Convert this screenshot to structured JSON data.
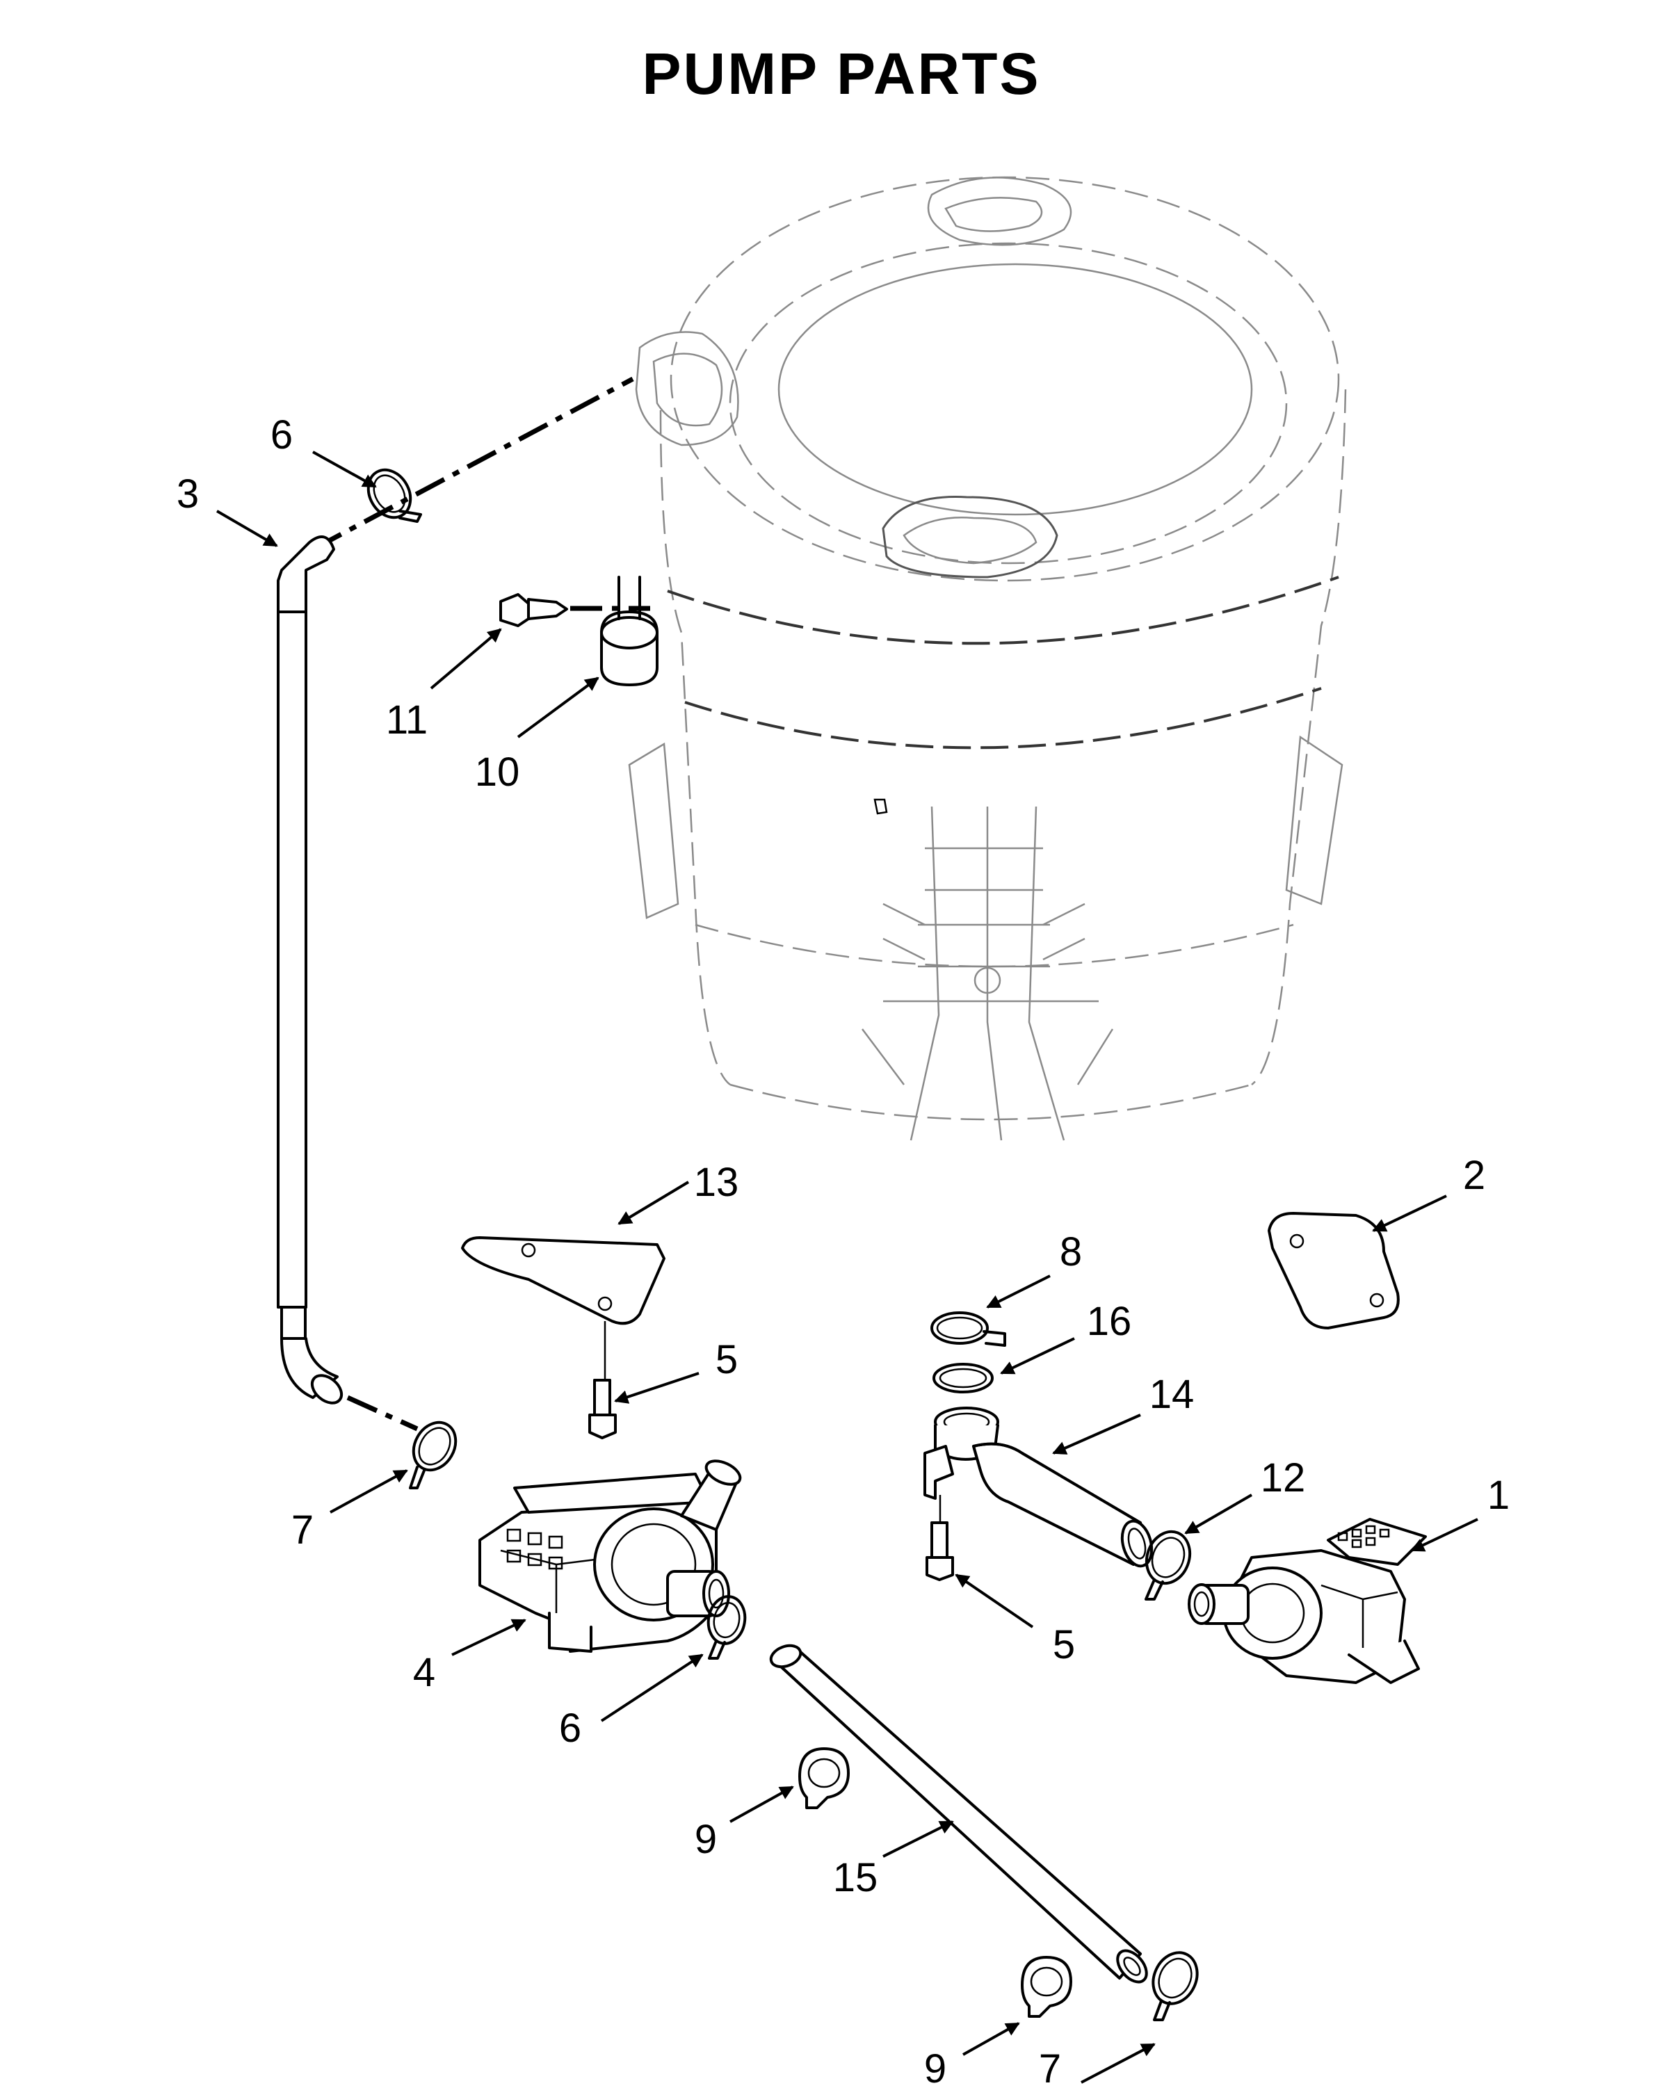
{
  "title": "PUMP PARTS",
  "callouts": [
    {
      "id": "c1",
      "label": "1"
    },
    {
      "id": "c2",
      "label": "2"
    },
    {
      "id": "c3",
      "label": "3"
    },
    {
      "id": "c4",
      "label": "4"
    },
    {
      "id": "c5a",
      "label": "5"
    },
    {
      "id": "c5b",
      "label": "5"
    },
    {
      "id": "c6a",
      "label": "6"
    },
    {
      "id": "c6b",
      "label": "6"
    },
    {
      "id": "c7a",
      "label": "7"
    },
    {
      "id": "c7b",
      "label": "7"
    },
    {
      "id": "c8",
      "label": "8"
    },
    {
      "id": "c9a",
      "label": "9"
    },
    {
      "id": "c9b",
      "label": "9"
    },
    {
      "id": "c10",
      "label": "10"
    },
    {
      "id": "c11",
      "label": "11"
    },
    {
      "id": "c12",
      "label": "12"
    },
    {
      "id": "c13",
      "label": "13"
    },
    {
      "id": "c14",
      "label": "14"
    },
    {
      "id": "c15",
      "label": "15"
    },
    {
      "id": "c16",
      "label": "16"
    }
  ]
}
